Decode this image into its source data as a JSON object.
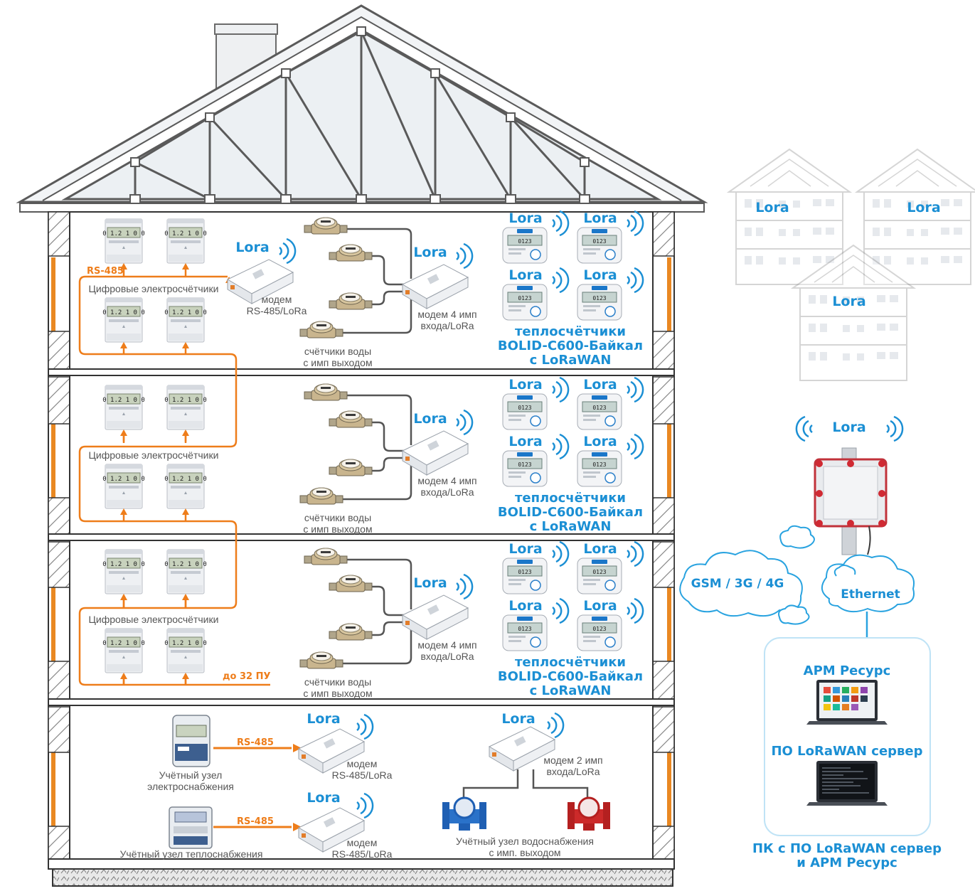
{
  "labels": {
    "lora": "Lora",
    "rs485": "RS-485",
    "digital_meters": "Цифровые электросчётчики",
    "modem_rs485_1": "модем",
    "modem_rs485_2": "RS-485/LoRa",
    "modem_4imp_1": "модем 4 имп",
    "modem_4imp_2": "входа/LoRa",
    "water_meters_1": "счётчики воды",
    "water_meters_2": "с имп выходом",
    "heat_meters_1": "теплосчётчики",
    "heat_meters_2": "BOLID-C600-Байкал",
    "heat_meters_3": "с LoRaWAN",
    "up_to_32": "до 32 ПУ",
    "elec_node_1": "Учётный узел",
    "elec_node_2": "электроснабжения",
    "heat_node": "Учётный узел теплоснабжения",
    "modem_2imp_1": "модем 2 имп",
    "modem_2imp_2": "входа/LoRa",
    "water_node_1": "Учётный узел водоснабжения",
    "water_node_2": "с имп. выходом",
    "gsm": "GSM / 3G / 4G",
    "ethernet": "Ethernet",
    "arm": "АРМ Ресурс",
    "lorawan_server": "ПО LoRaWAN сервер",
    "pc_1": "ПК с ПО LoRaWAN сервер",
    "pc_2": "и АРМ Ресурс",
    "bolid": "BOLID"
  },
  "colors": {
    "lora_blue": "#1b8fd4",
    "rs485_orange": "#ee7d1a",
    "wire_gray": "#555555",
    "wall": "#333333",
    "cloud_stroke": "#29a3e0"
  },
  "icons": [
    "electric-meter-icon",
    "water-meter-icon",
    "modem-icon",
    "heat-meter-icon",
    "lora-wave-icon",
    "base-station-icon",
    "cloud-icon",
    "laptop-icon",
    "house-icon"
  ]
}
